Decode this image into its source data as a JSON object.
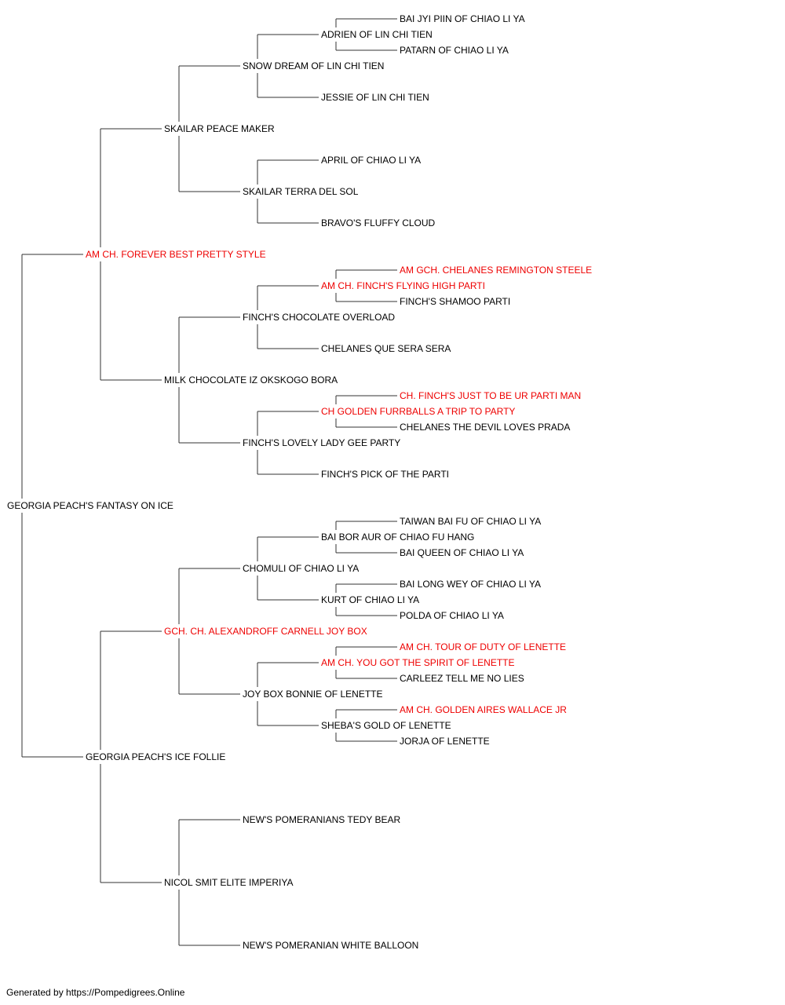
{
  "footer": "Generated by https://Pompedigrees.Online",
  "pedigree": {
    "name": "GEORGIA PEACH'S FANTASY ON ICE",
    "champion": false,
    "sire": {
      "name": "AM CH. FOREVER BEST PRETTY STYLE",
      "champion": true,
      "sire": {
        "name": "SKAILAR PEACE MAKER",
        "champion": false,
        "sire": {
          "name": "SNOW DREAM OF LIN CHI TIEN",
          "champion": false,
          "sire": {
            "name": "ADRIEN OF LIN CHI TIEN",
            "champion": false,
            "sire": {
              "name": "BAI JYI PIIN OF CHIAO LI YA",
              "champion": false
            },
            "dam": {
              "name": "PATARN OF CHIAO LI YA",
              "champion": false
            }
          },
          "dam": {
            "name": "JESSIE OF LIN CHI TIEN",
            "champion": false
          }
        },
        "dam": {
          "name": "SKAILAR TERRA DEL SOL",
          "champion": false,
          "sire": {
            "name": "APRIL OF CHIAO LI YA",
            "champion": false
          },
          "dam": {
            "name": "BRAVO'S FLUFFY CLOUD",
            "champion": false
          }
        }
      },
      "dam": {
        "name": "MILK CHOCOLATE IZ OKSKOGO BORA",
        "champion": false,
        "sire": {
          "name": "FINCH'S CHOCOLATE OVERLOAD",
          "champion": false,
          "sire": {
            "name": "AM CH. FINCH'S FLYING HIGH PARTI",
            "champion": true,
            "sire": {
              "name": "AM GCH. CHELANES REMINGTON STEELE",
              "champion": true
            },
            "dam": {
              "name": "FINCH'S SHAMOO PARTI",
              "champion": false
            }
          },
          "dam": {
            "name": "CHELANES QUE SERA SERA",
            "champion": false
          }
        },
        "dam": {
          "name": "FINCH'S LOVELY LADY GEE PARTY",
          "champion": false,
          "sire": {
            "name": "CH GOLDEN FURRBALLS A TRIP TO PARTY",
            "champion": true,
            "sire": {
              "name": "CH. FINCH'S JUST TO BE UR PARTI MAN",
              "champion": true
            },
            "dam": {
              "name": "CHELANES THE DEVIL LOVES PRADA",
              "champion": false
            }
          },
          "dam": {
            "name": "FINCH'S PICK OF THE PARTI",
            "champion": false
          }
        }
      }
    },
    "dam": {
      "name": "GEORGIA PEACH'S ICE FOLLIE",
      "champion": false,
      "sire": {
        "name": "GCH. CH. ALEXANDROFF CARNELL JOY BOX",
        "champion": true,
        "sire": {
          "name": "CHOMULI OF CHIAO LI YA",
          "champion": false,
          "sire": {
            "name": "BAI BOR AUR OF CHIAO FU HANG",
            "champion": false,
            "sire": {
              "name": "TAIWAN BAI FU OF CHIAO LI YA",
              "champion": false
            },
            "dam": {
              "name": "BAI QUEEN OF CHIAO LI YA",
              "champion": false
            }
          },
          "dam": {
            "name": "KURT OF CHIAO LI YA",
            "champion": false,
            "sire": {
              "name": "BAI LONG WEY OF CHIAO LI YA",
              "champion": false
            },
            "dam": {
              "name": "POLDA OF CHIAO LI YA",
              "champion": false
            }
          }
        },
        "dam": {
          "name": "JOY BOX BONNIE OF LENETTE",
          "champion": false,
          "sire": {
            "name": "AM CH. YOU GOT THE SPIRIT OF LENETTE",
            "champion": true,
            "sire": {
              "name": "AM CH. TOUR OF DUTY OF LENETTE",
              "champion": true
            },
            "dam": {
              "name": "CARLEEZ TELL ME NO LIES",
              "champion": false
            }
          },
          "dam": {
            "name": "SHEBA'S GOLD OF LENETTE",
            "champion": false,
            "sire": {
              "name": "AM CH. GOLDEN AIRES WALLACE JR",
              "champion": true
            },
            "dam": {
              "name": "JORJA OF LENETTE",
              "champion": false
            }
          }
        }
      },
      "dam": {
        "name": "NICOL SMIT ELITE IMPERIYA",
        "champion": false,
        "sire": {
          "name": "NEW'S POMERANIANS TEDY BEAR",
          "champion": false
        },
        "dam": {
          "name": "NEW'S POMERANIAN WHITE BALLOON",
          "champion": false
        }
      }
    }
  },
  "colors": {
    "champion": "#ee0000",
    "regular": "#000000",
    "line": "#333333"
  }
}
